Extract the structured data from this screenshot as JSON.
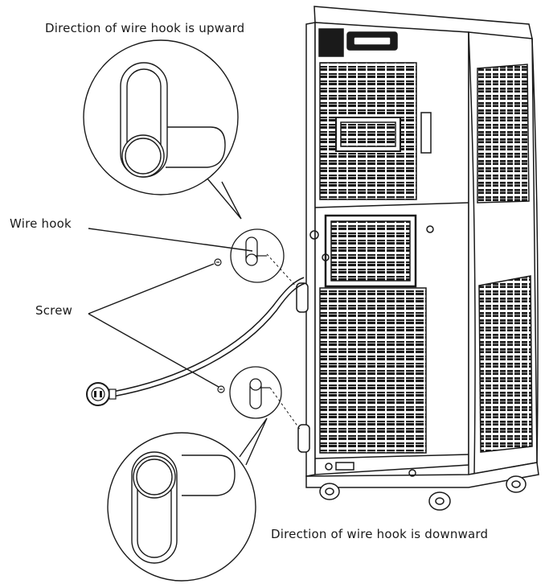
{
  "labels": {
    "top": "Direction of wire hook is upward",
    "bottom": "Direction of wire hook is downward",
    "wire_hook": "Wire hook",
    "screw": "Screw"
  },
  "icons": [
    "wire-hook-icon",
    "screw-icon",
    "power-plug-icon",
    "caster-wheel-icon"
  ],
  "colors": {
    "line": "#1a1a1a",
    "background": "#ffffff"
  }
}
